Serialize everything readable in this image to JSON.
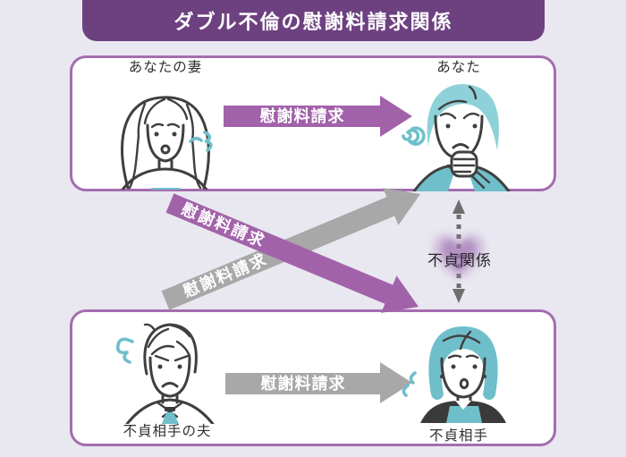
{
  "title": "ダブル不倫の慰謝料請求関係",
  "people": {
    "wife": {
      "label": "あなたの妻",
      "mood_icon": "sigh-squiggle-icon"
    },
    "you": {
      "label": "あなた",
      "mood_icon": "dizzy-spiral-icon"
    },
    "partner_husband": {
      "label": "不貞相手の夫",
      "mood_icon": "huff-steam-icon"
    },
    "partner": {
      "label": "不貞相手",
      "mood_icon": "sweat-drops-icon"
    }
  },
  "arrows": {
    "wife_to_you": {
      "label": "慰謝料請求",
      "color": "purple",
      "direction": "right"
    },
    "husband_to_partner": {
      "label": "慰謝料請求",
      "color": "gray",
      "direction": "right"
    },
    "wife_to_partner": {
      "label": "慰謝料請求",
      "color": "purple",
      "direction": "down-right"
    },
    "husband_to_you": {
      "label": "慰謝料請求",
      "color": "gray",
      "direction": "up-right"
    },
    "adultery": {
      "label": "不貞関係",
      "style": "dotted-double-vertical",
      "icon": "heart-glow-icon"
    }
  },
  "colors": {
    "background": "#e9e7f0",
    "title_bg": "#6d4180",
    "purple": "#a262aa",
    "purple_border": "#a46db0",
    "gray": "#a8a8a8",
    "teal": "#6fbfcb",
    "teal_light": "#8ed1d8",
    "line": "#3f3f3f",
    "dotted": "#6e6e6e",
    "text": "#2f2f2f",
    "heart": "#a97fbc"
  }
}
